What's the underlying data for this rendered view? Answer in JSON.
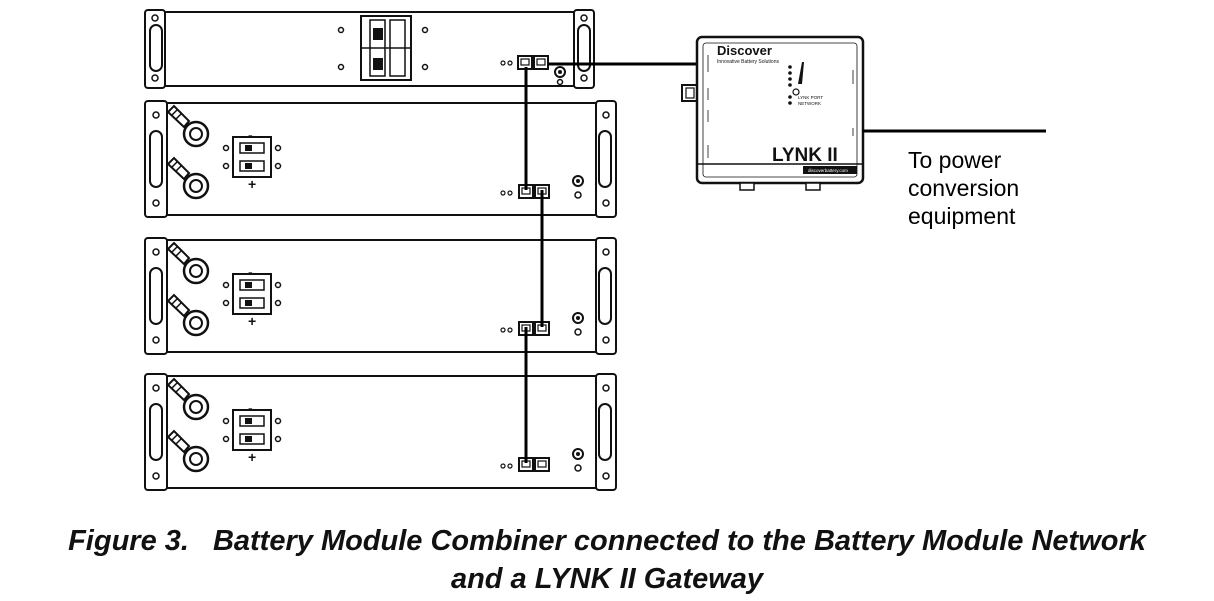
{
  "gateway": {
    "brand": "Discover",
    "tagline": "Innovative Battery Solutions",
    "model": "LYNK II",
    "website": "discoverbattery.com",
    "status_labels": [
      "LYNK PORT",
      "NETWORK"
    ]
  },
  "callout": {
    "lines": [
      "To power",
      "conversion",
      "equipment"
    ]
  },
  "caption": {
    "figure_label": "Figure 3.",
    "line1": "Battery Module Combiner connected to the Battery Module Network",
    "line2": "and a LYNK II Gateway"
  },
  "battery": {
    "neg_symbol": "-",
    "pos_symbol": "+"
  }
}
